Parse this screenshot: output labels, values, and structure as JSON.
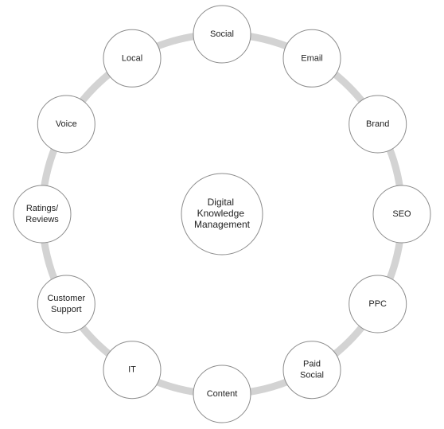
{
  "colors": {
    "ring": "#d3d3d3",
    "node_fill": "#ffffff",
    "node_stroke": "#8c8c8c",
    "text": "#222222"
  },
  "center": {
    "lines": [
      "Digital",
      "Knowledge",
      "Management"
    ]
  },
  "nodes": [
    {
      "id": "social",
      "lines": [
        "Social"
      ]
    },
    {
      "id": "email",
      "lines": [
        "Email"
      ]
    },
    {
      "id": "brand",
      "lines": [
        "Brand"
      ]
    },
    {
      "id": "seo",
      "lines": [
        "SEO"
      ]
    },
    {
      "id": "ppc",
      "lines": [
        "PPC"
      ]
    },
    {
      "id": "paid-social",
      "lines": [
        "Paid",
        "Social"
      ]
    },
    {
      "id": "content",
      "lines": [
        "Content"
      ]
    },
    {
      "id": "it",
      "lines": [
        "IT"
      ]
    },
    {
      "id": "customer-support",
      "lines": [
        "Customer",
        "Support"
      ]
    },
    {
      "id": "ratings-reviews",
      "lines": [
        "Ratings/",
        "Reviews"
      ]
    },
    {
      "id": "voice",
      "lines": [
        "Voice"
      ]
    },
    {
      "id": "local",
      "lines": [
        "Local"
      ]
    }
  ]
}
